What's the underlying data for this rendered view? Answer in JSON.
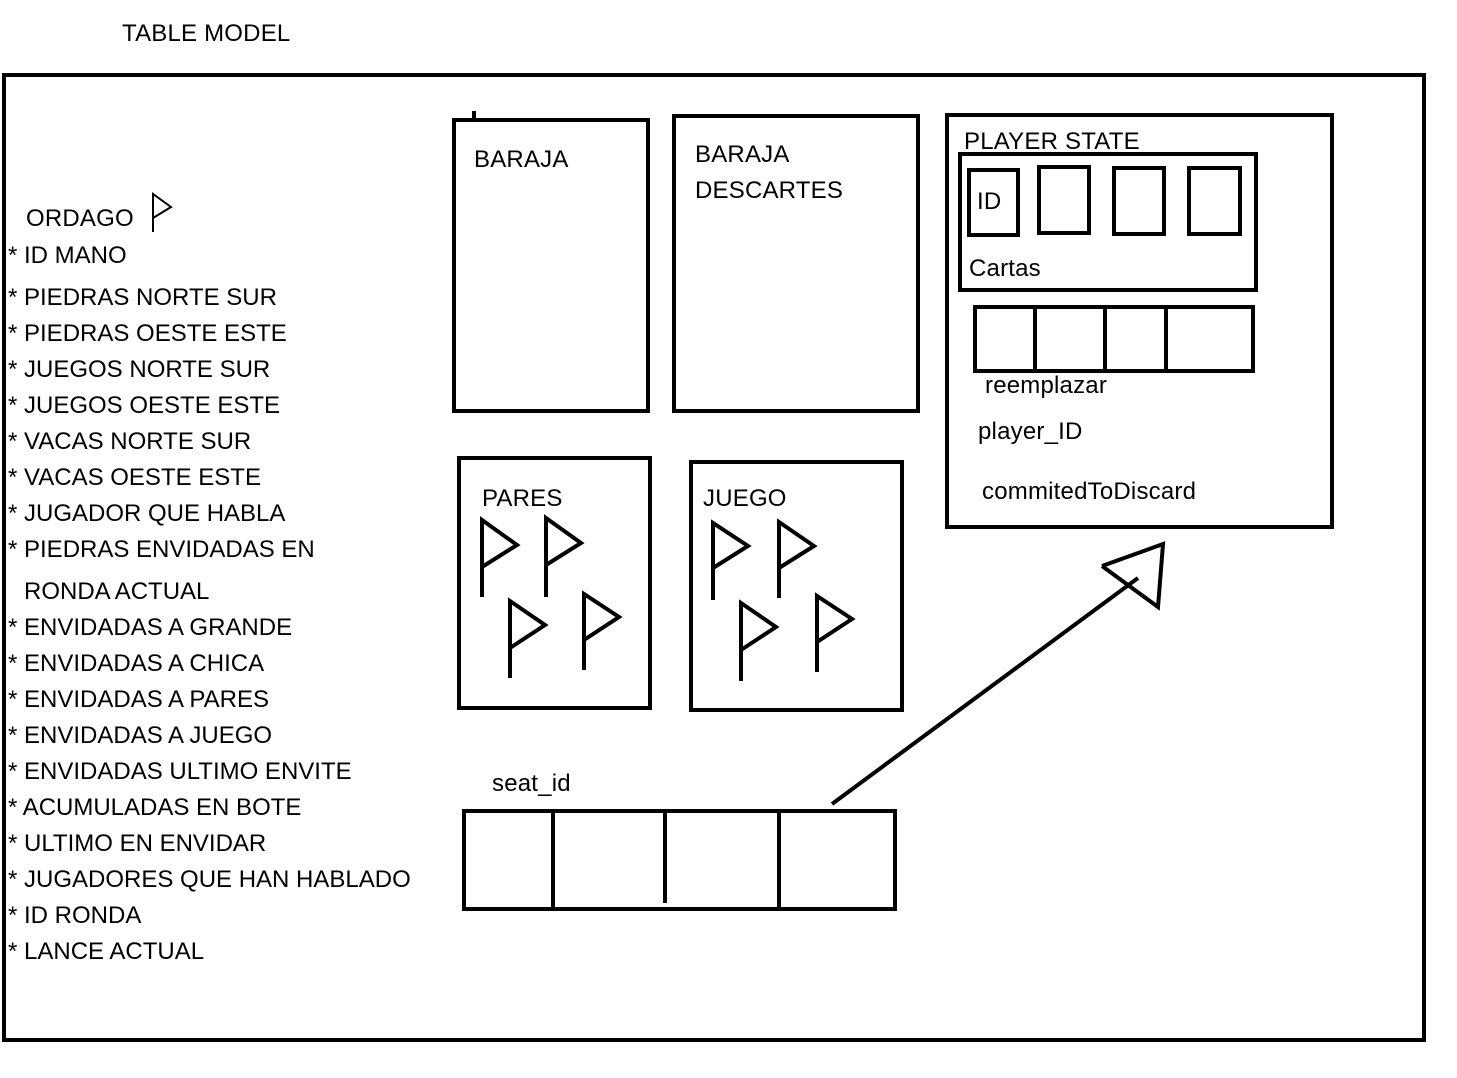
{
  "diagram_title": "TABLE MODEL",
  "ordago_label": "ORDAGO",
  "attributes": [
    "* ID MANO",
    "* PIEDRAS NORTE SUR",
    "* PIEDRAS OESTE ESTE",
    "* JUEGOS NORTE SUR",
    "* JUEGOS OESTE ESTE",
    "* VACAS NORTE SUR",
    "* VACAS OESTE ESTE",
    "* JUGADOR QUE HABLA",
    "* PIEDRAS ENVIDADAS EN",
    "RONDA ACTUAL",
    "* ENVIDADAS A GRANDE",
    "* ENVIDADAS A CHICA",
    "* ENVIDADAS A PARES",
    "* ENVIDADAS A JUEGO",
    "* ENVIDADAS ULTIMO ENVITE",
    "* ACUMULADAS EN BOTE",
    "* ULTIMO EN ENVIDAR",
    "* JUGADORES QUE HAN HABLADO",
    "* ID RONDA",
    "* LANCE ACTUAL"
  ],
  "baraja_label": "BARAJA",
  "baraja_descartes_line1": "BARAJA",
  "baraja_descartes_line2": "DESCARTES",
  "pares_label": "PARES",
  "juego_label": "JUEGO",
  "seat_id_label": "seat_id",
  "player_state": {
    "title": "PLAYER STATE",
    "id_label": "ID",
    "cartas_label": "Cartas",
    "reemplazar_label": "reemplazar",
    "player_id_label": "player_ID",
    "committed_label": "commitedToDiscard"
  }
}
